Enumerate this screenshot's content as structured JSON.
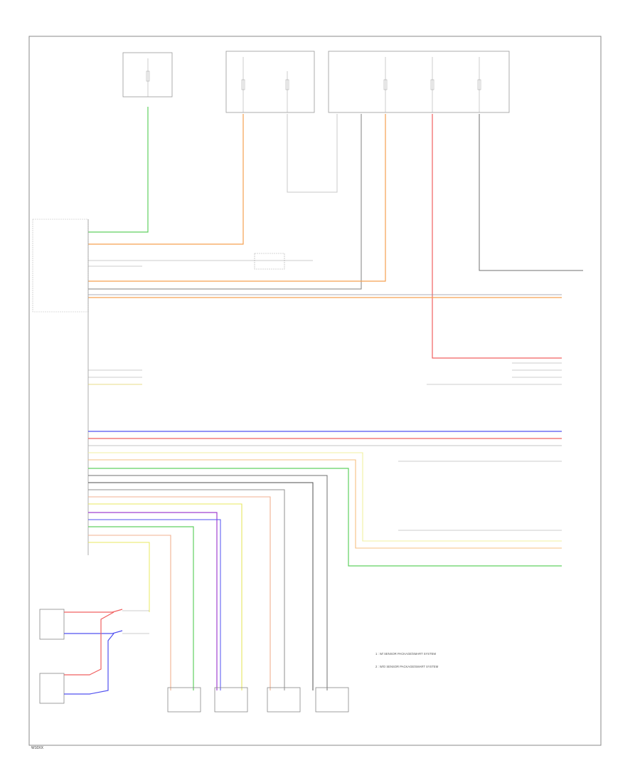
{
  "footer": {
    "code": "W10XX"
  },
  "notes": [
    "1 : W/ SENSOR PACKAGE/SMART SYSTEM",
    "2 : W/O SENSOR PACKAGE/SMART SYSTEM"
  ],
  "colors": {
    "frame": "#888888",
    "wire_orange": "#f5a050",
    "wire_green": "#60d060",
    "wire_red": "#f06060",
    "wire_blue": "#5050f0",
    "wire_yellow": "#ffff70",
    "wire_purple": "#a040d0",
    "wire_gray": "#707070",
    "wire_light": "#c8c8c8",
    "wire_salmon": "#f0b090"
  }
}
